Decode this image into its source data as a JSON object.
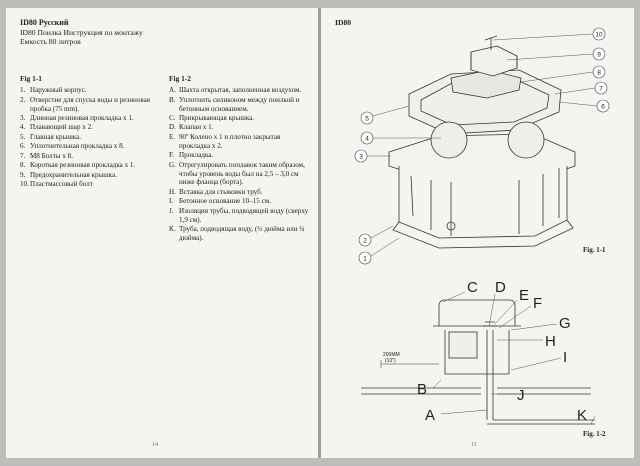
{
  "left_page": {
    "title": "ID80 Русский",
    "subtitle": "ID80 Поилка Инструкция по монтажу",
    "capacity": "Емкость 80 литров",
    "fig1": {
      "label": "Fig 1-1",
      "items": [
        {
          "n": "1.",
          "t": "Наружный корпус."
        },
        {
          "n": "2.",
          "t": "Отверстие для спуска воды и резиновая пробка (75 mm)."
        },
        {
          "n": "3.",
          "t": "Длинная резиновая прокладка x 1."
        },
        {
          "n": "4.",
          "t": "Плавающий шар x 2."
        },
        {
          "n": "5.",
          "t": "Главная крышка."
        },
        {
          "n": "6.",
          "t": "Уплотнительная прокладка x 8."
        },
        {
          "n": "7.",
          "t": "М8 Болты x 8."
        },
        {
          "n": "8.",
          "t": "Короткая резиновая прокладка x 1."
        },
        {
          "n": "9.",
          "t": "Предохранительная крышка."
        },
        {
          "n": "10.",
          "t": "Пластмассовый болт"
        }
      ]
    },
    "fig2": {
      "label": "Fig 1-2",
      "items": [
        {
          "n": "A.",
          "t": "Шахта открытая, заполненная воздухом."
        },
        {
          "n": "B.",
          "t": "Уплотнить силиконом между поилкой и бетонным основанием."
        },
        {
          "n": "C.",
          "t": "Прикрывающая крышка."
        },
        {
          "n": "D.",
          "t": "Клапан x 1."
        },
        {
          "n": "E.",
          "t": "90º Колено x 1 и плотно закрытая прокладка x 2."
        },
        {
          "n": "F.",
          "t": "Прокладка."
        },
        {
          "n": "G.",
          "t": "Отрегулировать поплавок таким образом, чтобы уровень воды был на 2,5 – 3,0 см ниже фланца (борта)."
        },
        {
          "n": "H.",
          "t": "Вставка для стыковки труб."
        },
        {
          "n": "I.",
          "t": "Бетонное основание 10–15 см."
        },
        {
          "n": "J.",
          "t": "Изоляция трубы, подводящей воду (сверху 1,9 см)."
        },
        {
          "n": "K.",
          "t": "Труба, подводящая воду, (½ дюйма или ¾ дюйма)."
        }
      ]
    },
    "page_number": "14"
  },
  "right_page": {
    "title": "ID80",
    "fig1_caption": "Fig. 1-1",
    "fig2_caption": "Fig. 1-2",
    "callouts": [
      "10",
      "9",
      "8",
      "7",
      "6",
      "5",
      "4",
      "3",
      "2",
      "1"
    ],
    "letters": [
      "C",
      "D",
      "E",
      "F",
      "G",
      "H",
      "I",
      "J",
      "K",
      "A",
      "B"
    ],
    "dimension_mm": "200MM",
    "dimension_in": "(10\")",
    "page_number": "11"
  }
}
